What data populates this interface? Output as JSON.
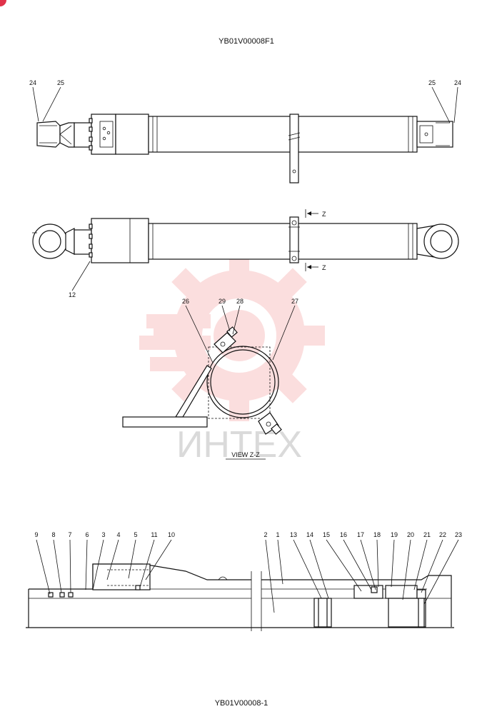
{
  "drawing": {
    "top_code": "YB01V00008F1",
    "bottom_code": "YB01V00008-1",
    "view_label": "VIEW  Z-Z",
    "section_marker": "Z",
    "watermark_text": "ИНТЕХ",
    "watermark_color": "#f28c8c"
  },
  "callouts": {
    "top_view": [
      "24",
      "25",
      "25",
      "24"
    ],
    "side_view": [
      "12"
    ],
    "clamp_view": [
      "26",
      "29",
      "28",
      "27"
    ],
    "section_left": [
      "9",
      "8",
      "7",
      "6",
      "3",
      "4",
      "5",
      "11",
      "10"
    ],
    "section_right": [
      "2",
      "1",
      "13",
      "14",
      "15",
      "16",
      "17",
      "18",
      "19",
      "20",
      "21",
      "22",
      "23"
    ]
  }
}
